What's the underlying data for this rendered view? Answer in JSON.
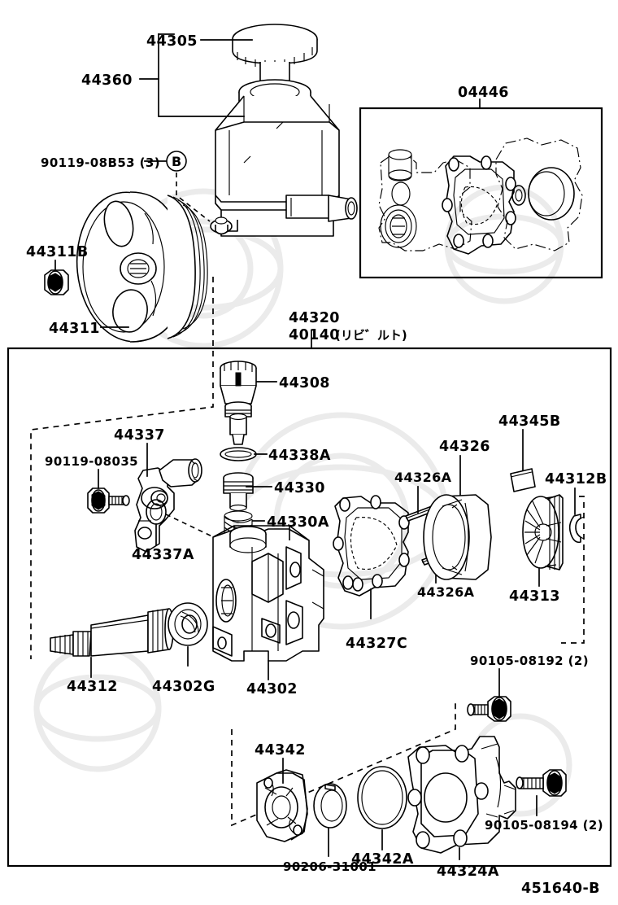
{
  "diagram": {
    "number": "451640-B",
    "title_group_number": "44320",
    "title_group_alt": "40140",
    "title_group_alt_note": "(リビ゛ルト)",
    "inset_number": "04446"
  },
  "reservoir": {
    "cap": "44305",
    "assembly": "44360",
    "clamp_bolt": "90119-08B53 (3)",
    "clamp_marker": "B"
  },
  "pulley": {
    "nut": "44311B",
    "pulley": "44311"
  },
  "pump": {
    "valve": "44308",
    "valve_oring": "44338A",
    "flow_control": "44330",
    "spring": "44330A",
    "union_bolt": "90119-08035",
    "union": "44337",
    "union_oring": "44337A",
    "shaft": "44312",
    "bearing": "44302G",
    "housing": "44302",
    "side_plate": "44327C",
    "pin_upper": "44326A",
    "pin_lower": "44326A",
    "cam_ring": "44326",
    "vane": "44345B",
    "rotor": "44313",
    "snap_ring": "44312B"
  },
  "rear_cover": {
    "pressure_plate": "44342",
    "plate_snap_ring": "90206-31001",
    "oring": "44342A",
    "cover": "44324A",
    "bolt_upper": "90105-08192 (2)",
    "bolt_lower": "90105-08194 (2)"
  },
  "colors": {
    "line": "#000000",
    "background": "#ffffff",
    "watermark": "#ededed"
  }
}
